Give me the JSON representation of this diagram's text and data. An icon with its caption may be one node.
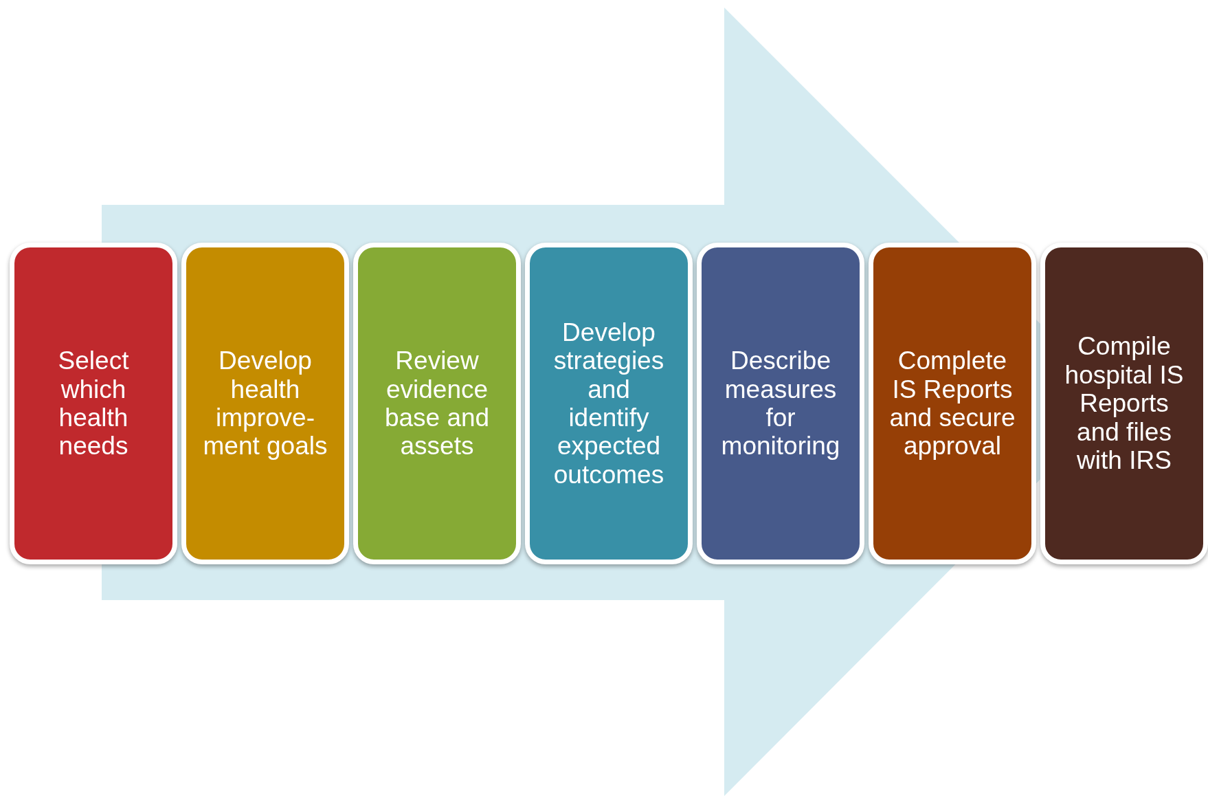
{
  "diagram": {
    "nodes": [
      {
        "text": [
          "Select which health needs"
        ]
      },
      {
        "text": [
          "Develop health improve-ment goals"
        ]
      },
      {
        "text": [
          "Review evidence base and assets"
        ]
      },
      {
        "text": [
          "Develop strategies and identify expected outcomes"
        ]
      },
      {
        "text": [
          "Describe measures for monitoring"
        ]
      },
      {
        "text": [
          "Complete IS Reports and secure approval"
        ]
      },
      {
        "text": [
          "Compile hospital IS Reports and files with IRS"
        ]
      }
    ],
    "edges": [
      {
        "from": 0,
        "to": 6,
        "arrow": "to"
      }
    ]
  }
}
